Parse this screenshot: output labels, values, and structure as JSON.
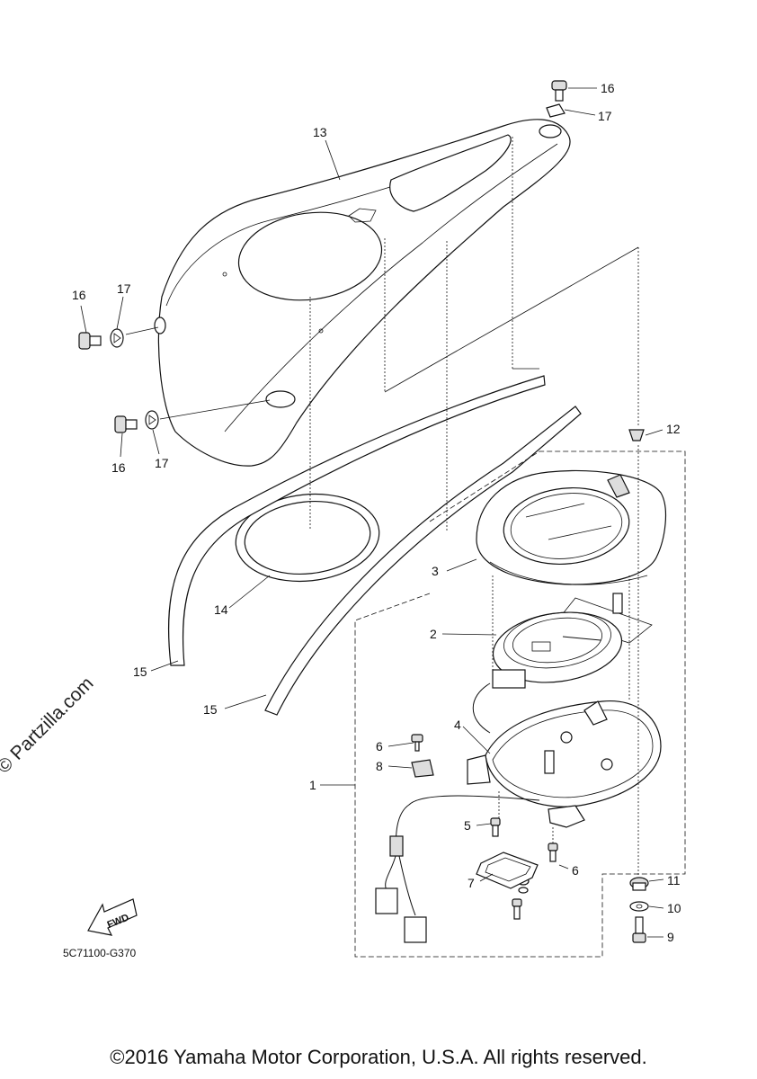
{
  "diagram": {
    "callouts": [
      {
        "id": "c16a",
        "text": "16"
      },
      {
        "id": "c17a",
        "text": "17"
      },
      {
        "id": "c13",
        "text": "13"
      },
      {
        "id": "c16b",
        "text": "16"
      },
      {
        "id": "c17b",
        "text": "17"
      },
      {
        "id": "c16c",
        "text": "16"
      },
      {
        "id": "c17c",
        "text": "17"
      },
      {
        "id": "c12",
        "text": "12"
      },
      {
        "id": "c3",
        "text": "3"
      },
      {
        "id": "c14",
        "text": "14"
      },
      {
        "id": "c2",
        "text": "2"
      },
      {
        "id": "c15a",
        "text": "15"
      },
      {
        "id": "c15b",
        "text": "15"
      },
      {
        "id": "c4",
        "text": "4"
      },
      {
        "id": "c6a",
        "text": "6"
      },
      {
        "id": "c8",
        "text": "8"
      },
      {
        "id": "c1",
        "text": "1"
      },
      {
        "id": "c5",
        "text": "5"
      },
      {
        "id": "c6b",
        "text": "6"
      },
      {
        "id": "c7",
        "text": "7"
      },
      {
        "id": "c11",
        "text": "11"
      },
      {
        "id": "c10",
        "text": "10"
      },
      {
        "id": "c9",
        "text": "9"
      }
    ],
    "fwd_label": "FWD",
    "part_code": "5C71100-G370"
  },
  "watermark": "© Partzilla.com",
  "footer": "©2016 Yamaha Motor Corporation, U.S.A. All rights reserved."
}
